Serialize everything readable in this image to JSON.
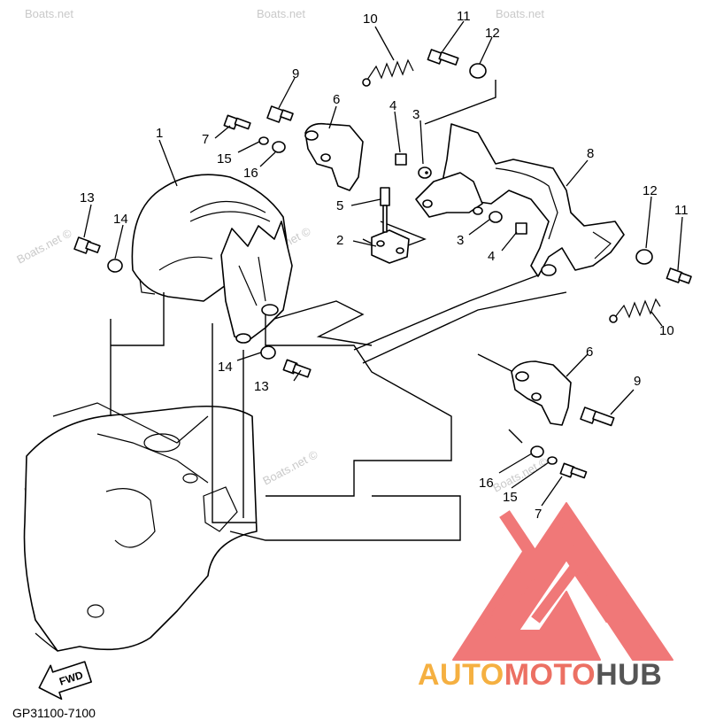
{
  "diagram_code": "GP31100-7100",
  "fwd_label": "FWD",
  "watermark": "Boats.net ©",
  "watermark_short": "Boats.net",
  "brand": {
    "part1": "AUTO",
    "part2": "MOTO",
    "part3": "HUB",
    "color1": "#f5b041",
    "color2": "#ec7063",
    "color3": "#555555",
    "mark_color": "#ef6a6a"
  },
  "callouts": [
    {
      "id": "c1",
      "label": "1"
    },
    {
      "id": "c2",
      "label": "2"
    },
    {
      "id": "c3a",
      "label": "3"
    },
    {
      "id": "c3b",
      "label": "3"
    },
    {
      "id": "c4a",
      "label": "4"
    },
    {
      "id": "c4b",
      "label": "4"
    },
    {
      "id": "c5",
      "label": "5"
    },
    {
      "id": "c6a",
      "label": "6"
    },
    {
      "id": "c6b",
      "label": "6"
    },
    {
      "id": "c7a",
      "label": "7"
    },
    {
      "id": "c7b",
      "label": "7"
    },
    {
      "id": "c8",
      "label": "8"
    },
    {
      "id": "c9a",
      "label": "9"
    },
    {
      "id": "c9b",
      "label": "9"
    },
    {
      "id": "c10a",
      "label": "10"
    },
    {
      "id": "c10b",
      "label": "10"
    },
    {
      "id": "c11a",
      "label": "11"
    },
    {
      "id": "c11b",
      "label": "11"
    },
    {
      "id": "c12a",
      "label": "12"
    },
    {
      "id": "c12b",
      "label": "12"
    },
    {
      "id": "c13a",
      "label": "13"
    },
    {
      "id": "c13b",
      "label": "13"
    },
    {
      "id": "c14a",
      "label": "14"
    },
    {
      "id": "c14b",
      "label": "14"
    },
    {
      "id": "c15a",
      "label": "15"
    },
    {
      "id": "c15b",
      "label": "15"
    },
    {
      "id": "c16a",
      "label": "16"
    },
    {
      "id": "c16b",
      "label": "16"
    }
  ]
}
